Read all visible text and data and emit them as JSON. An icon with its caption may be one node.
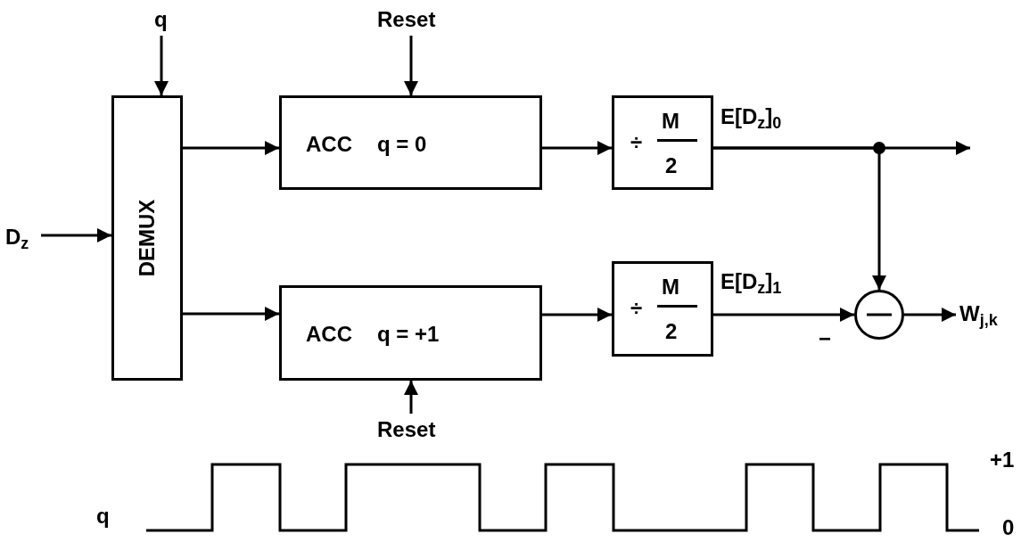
{
  "diagram": {
    "nodes": [
      {
        "text": [
          "q"
        ]
      },
      {
        "text": [
          "Reset"
        ]
      },
      {
        "text": [
          "DEMUX"
        ]
      },
      {
        "text": [
          "ACC",
          "q = 0"
        ]
      },
      {
        "text": [
          "ACC",
          "q = +1"
        ]
      },
      {
        "text": [
          "÷",
          "M",
          "2"
        ]
      },
      {
        "text": [
          "÷",
          "M",
          "2"
        ]
      },
      {
        "text": [
          "D$_{z}$"
        ]
      },
      {
        "text": [
          "Reset"
        ]
      },
      {
        "text": [],
        "shape": "circle"
      },
      {
        "text": [
          "W$_{j,k}$"
        ]
      }
    ],
    "edges": [
      {
        "from": 0,
        "to": 2,
        "arrow": "to"
      },
      {
        "from": 1,
        "to": 3,
        "arrow": "to"
      },
      {
        "from": 7,
        "to": 2,
        "arrow": "to"
      },
      {
        "from": 2,
        "to": 3,
        "arrow": "to"
      },
      {
        "from": 2,
        "to": 4,
        "arrow": "to"
      },
      {
        "from": 8,
        "to": 4,
        "arrow": "to"
      },
      {
        "from": 3,
        "to": 5,
        "arrow": "to"
      },
      {
        "from": 4,
        "to": 6,
        "arrow": "to"
      },
      {
        "from": 5,
        "to": null,
        "arrow": "to",
        "label": "E[D$_{z}$]$_{0}$"
      },
      {
        "from": 5,
        "to": 9,
        "arrow": "to"
      },
      {
        "from": 6,
        "to": 9,
        "arrow": "to",
        "label": "E[D$_{z}$]$_{1}$"
      },
      {
        "from": 9,
        "to": 10,
        "arrow": "to"
      }
    ],
    "labels": [
      "−",
      "q",
      "+1",
      "0"
    ]
  }
}
